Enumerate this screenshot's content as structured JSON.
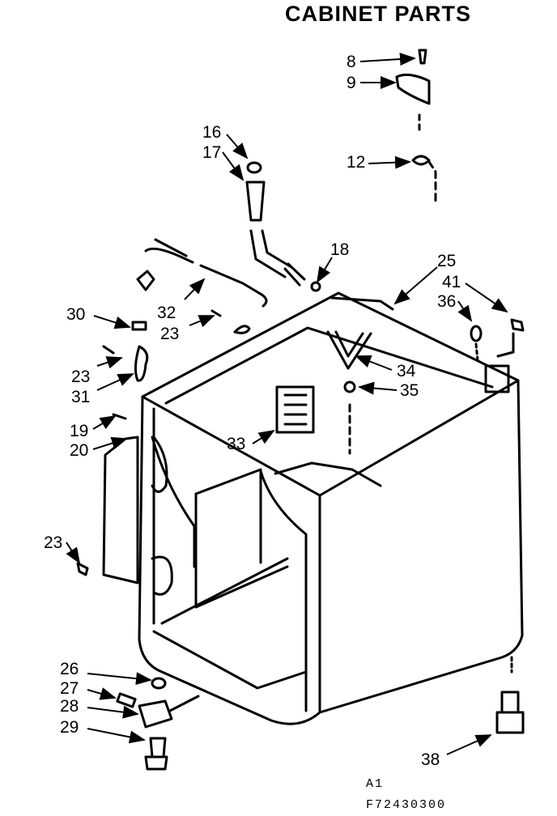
{
  "title": "CABINET PARTS",
  "labels": {
    "p8": "8",
    "p9": "9",
    "p12": "12",
    "p16": "16",
    "p17": "17",
    "p18": "18",
    "p25": "25",
    "p41": "41",
    "p36": "36",
    "p30": "30",
    "p32": "32",
    "p23a": "23",
    "p23b": "23",
    "p31": "31",
    "p34": "34",
    "p35": "35",
    "p19": "19",
    "p20": "20",
    "p33": "33",
    "p23c": "23",
    "p26": "26",
    "p27": "27",
    "p28": "28",
    "p29": "29",
    "p38": "38"
  },
  "footer": {
    "code1": "A1",
    "code2": "F72430300"
  }
}
